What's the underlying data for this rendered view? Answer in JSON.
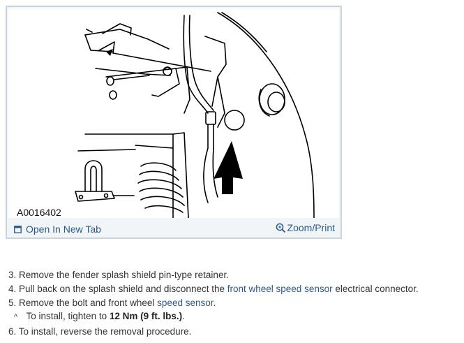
{
  "figure": {
    "id": "A0016402",
    "open_tab_label": "Open In New Tab",
    "zoom_label": "Zoom/Print",
    "icons": [
      "open-in-new-tab-icon",
      "zoom-magnifier-icon"
    ]
  },
  "steps": {
    "s3": {
      "num": "3.",
      "text": "Remove the fender splash shield pin-type retainer."
    },
    "s4": {
      "num": "4.",
      "text_before": "Pull back on the splash shield and disconnect the",
      "link": "front wheel speed sensor",
      "text_after": "electrical connector."
    },
    "s5": {
      "num": "5.",
      "text_before": "Remove the bolt and front wheel",
      "link": "speed sensor",
      "text_after": "."
    },
    "s5a": {
      "caret": "^",
      "text_before": "To install, tighten to",
      "bold1": "12 Nm",
      "bold2": "(9 ft. lbs.)",
      "text_after": "."
    },
    "s6": {
      "num": "6.",
      "text": "To install, reverse the removal procedure."
    }
  },
  "colors": {
    "link": "#2a5a8a",
    "frame_border": "#c9d3dc",
    "toolbar_bg": "#f2f5f8"
  }
}
